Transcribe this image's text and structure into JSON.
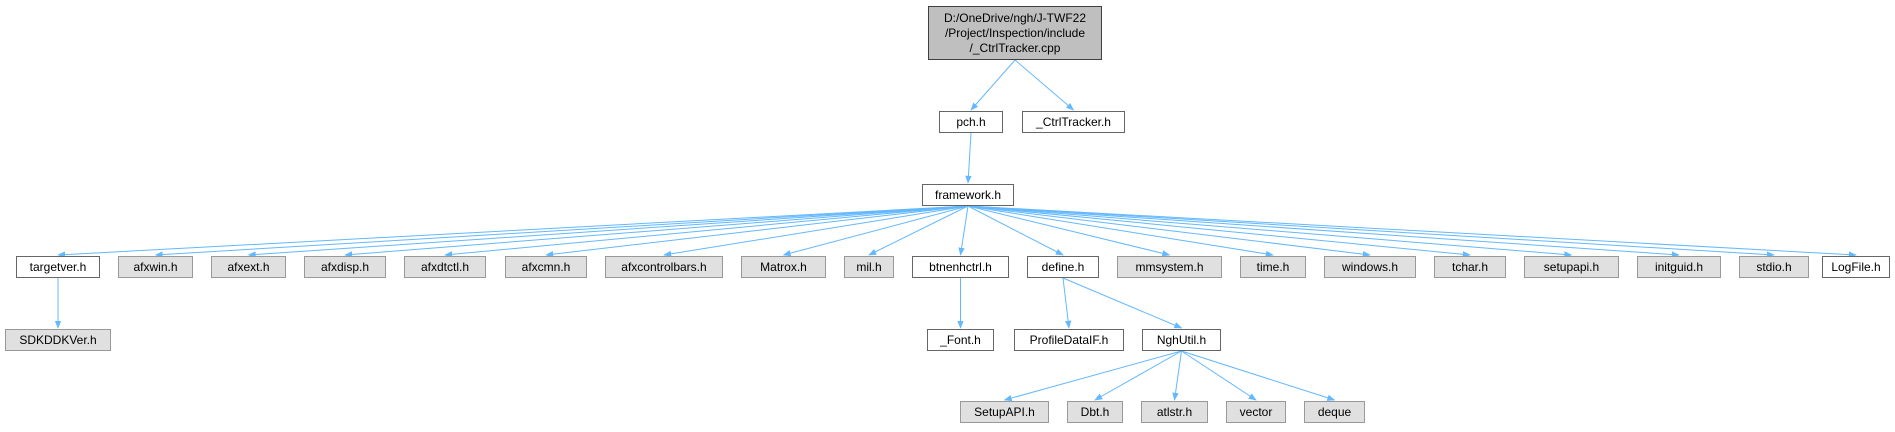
{
  "colors": {
    "edge": "#63b8ff",
    "root_fill": "#bfbfbf",
    "documented_fill": "#ffffff",
    "external_fill": "#e0e0e0"
  },
  "nodes": [
    {
      "id": "root",
      "label": "D:/OneDrive/ngh/J-TWF22\n/Project/Inspection/include\n/_CtrlTracker.cpp",
      "style": "root"
    },
    {
      "id": "pch",
      "label": "pch.h",
      "style": "white"
    },
    {
      "id": "ctrltracker",
      "label": "_CtrlTracker.h",
      "style": "white"
    },
    {
      "id": "framework",
      "label": "framework.h",
      "style": "white"
    },
    {
      "id": "targetver",
      "label": "targetver.h",
      "style": "white"
    },
    {
      "id": "afxwin",
      "label": "afxwin.h",
      "style": "gray"
    },
    {
      "id": "afxext",
      "label": "afxext.h",
      "style": "gray"
    },
    {
      "id": "afxdisp",
      "label": "afxdisp.h",
      "style": "gray"
    },
    {
      "id": "afxdtctl",
      "label": "afxdtctl.h",
      "style": "gray"
    },
    {
      "id": "afxcmn",
      "label": "afxcmn.h",
      "style": "gray"
    },
    {
      "id": "afxcontrolbars",
      "label": "afxcontrolbars.h",
      "style": "gray"
    },
    {
      "id": "matrox",
      "label": "Matrox.h",
      "style": "gray"
    },
    {
      "id": "mil",
      "label": "mil.h",
      "style": "gray"
    },
    {
      "id": "btnenhctrl",
      "label": "btnenhctrl.h",
      "style": "white"
    },
    {
      "id": "define",
      "label": "define.h",
      "style": "white"
    },
    {
      "id": "mmsystem",
      "label": "mmsystem.h",
      "style": "gray"
    },
    {
      "id": "time",
      "label": "time.h",
      "style": "gray"
    },
    {
      "id": "windows",
      "label": "windows.h",
      "style": "gray"
    },
    {
      "id": "tchar",
      "label": "tchar.h",
      "style": "gray"
    },
    {
      "id": "setupapi",
      "label": "setupapi.h",
      "style": "gray"
    },
    {
      "id": "initguid",
      "label": "initguid.h",
      "style": "gray"
    },
    {
      "id": "stdio",
      "label": "stdio.h",
      "style": "gray"
    },
    {
      "id": "logfile",
      "label": "LogFile.h",
      "style": "white"
    },
    {
      "id": "sdkddkver",
      "label": "SDKDDKVer.h",
      "style": "gray"
    },
    {
      "id": "font",
      "label": "_Font.h",
      "style": "white"
    },
    {
      "id": "profiledatalf",
      "label": "ProfileDataIF.h",
      "style": "white"
    },
    {
      "id": "nghutil",
      "label": "NghUtil.h",
      "style": "white"
    },
    {
      "id": "setupapi2",
      "label": "SetupAPI.h",
      "style": "gray"
    },
    {
      "id": "dbt",
      "label": "Dbt.h",
      "style": "gray"
    },
    {
      "id": "atlstr",
      "label": "atlstr.h",
      "style": "gray"
    },
    {
      "id": "vector",
      "label": "vector",
      "style": "gray"
    },
    {
      "id": "deque",
      "label": "deque",
      "style": "gray"
    }
  ],
  "edges": [
    [
      "root",
      "pch"
    ],
    [
      "root",
      "ctrltracker"
    ],
    [
      "pch",
      "framework"
    ],
    [
      "framework",
      "targetver"
    ],
    [
      "framework",
      "afxwin"
    ],
    [
      "framework",
      "afxext"
    ],
    [
      "framework",
      "afxdisp"
    ],
    [
      "framework",
      "afxdtctl"
    ],
    [
      "framework",
      "afxcmn"
    ],
    [
      "framework",
      "afxcontrolbars"
    ],
    [
      "framework",
      "matrox"
    ],
    [
      "framework",
      "mil"
    ],
    [
      "framework",
      "btnenhctrl"
    ],
    [
      "framework",
      "define"
    ],
    [
      "framework",
      "mmsystem"
    ],
    [
      "framework",
      "time"
    ],
    [
      "framework",
      "windows"
    ],
    [
      "framework",
      "tchar"
    ],
    [
      "framework",
      "setupapi"
    ],
    [
      "framework",
      "initguid"
    ],
    [
      "framework",
      "stdio"
    ],
    [
      "framework",
      "logfile"
    ],
    [
      "targetver",
      "sdkddkver"
    ],
    [
      "btnenhctrl",
      "font"
    ],
    [
      "define",
      "profiledatalf"
    ],
    [
      "define",
      "nghutil"
    ],
    [
      "nghutil",
      "setupapi2"
    ],
    [
      "nghutil",
      "dbt"
    ],
    [
      "nghutil",
      "atlstr"
    ],
    [
      "nghutil",
      "vector"
    ],
    [
      "nghutil",
      "deque"
    ]
  ]
}
